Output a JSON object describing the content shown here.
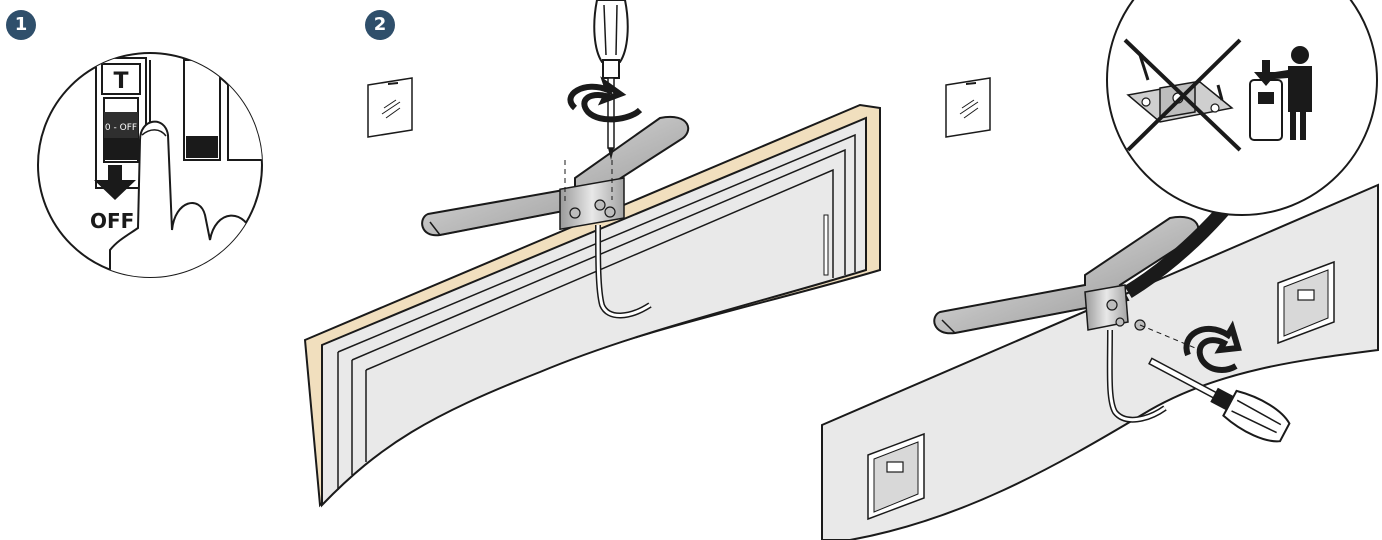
{
  "colors": {
    "badge": "#2f4f6b",
    "line": "#1a1a1a",
    "wall_gray": "#e9e9e9",
    "frame_wood": "#f1dfbe",
    "bar_metal": "#cfcfcf"
  },
  "steps": [
    {
      "number": "1"
    },
    {
      "number": "2"
    }
  ],
  "breaker": {
    "label_T": "T",
    "label_switch": "0 - OFF",
    "label_off": "OFF"
  },
  "icons": [
    "hand-pressing-icon",
    "screwdriver-icon",
    "rotate-arrow-icon",
    "no-screws-icon",
    "person-lifting-icon"
  ]
}
